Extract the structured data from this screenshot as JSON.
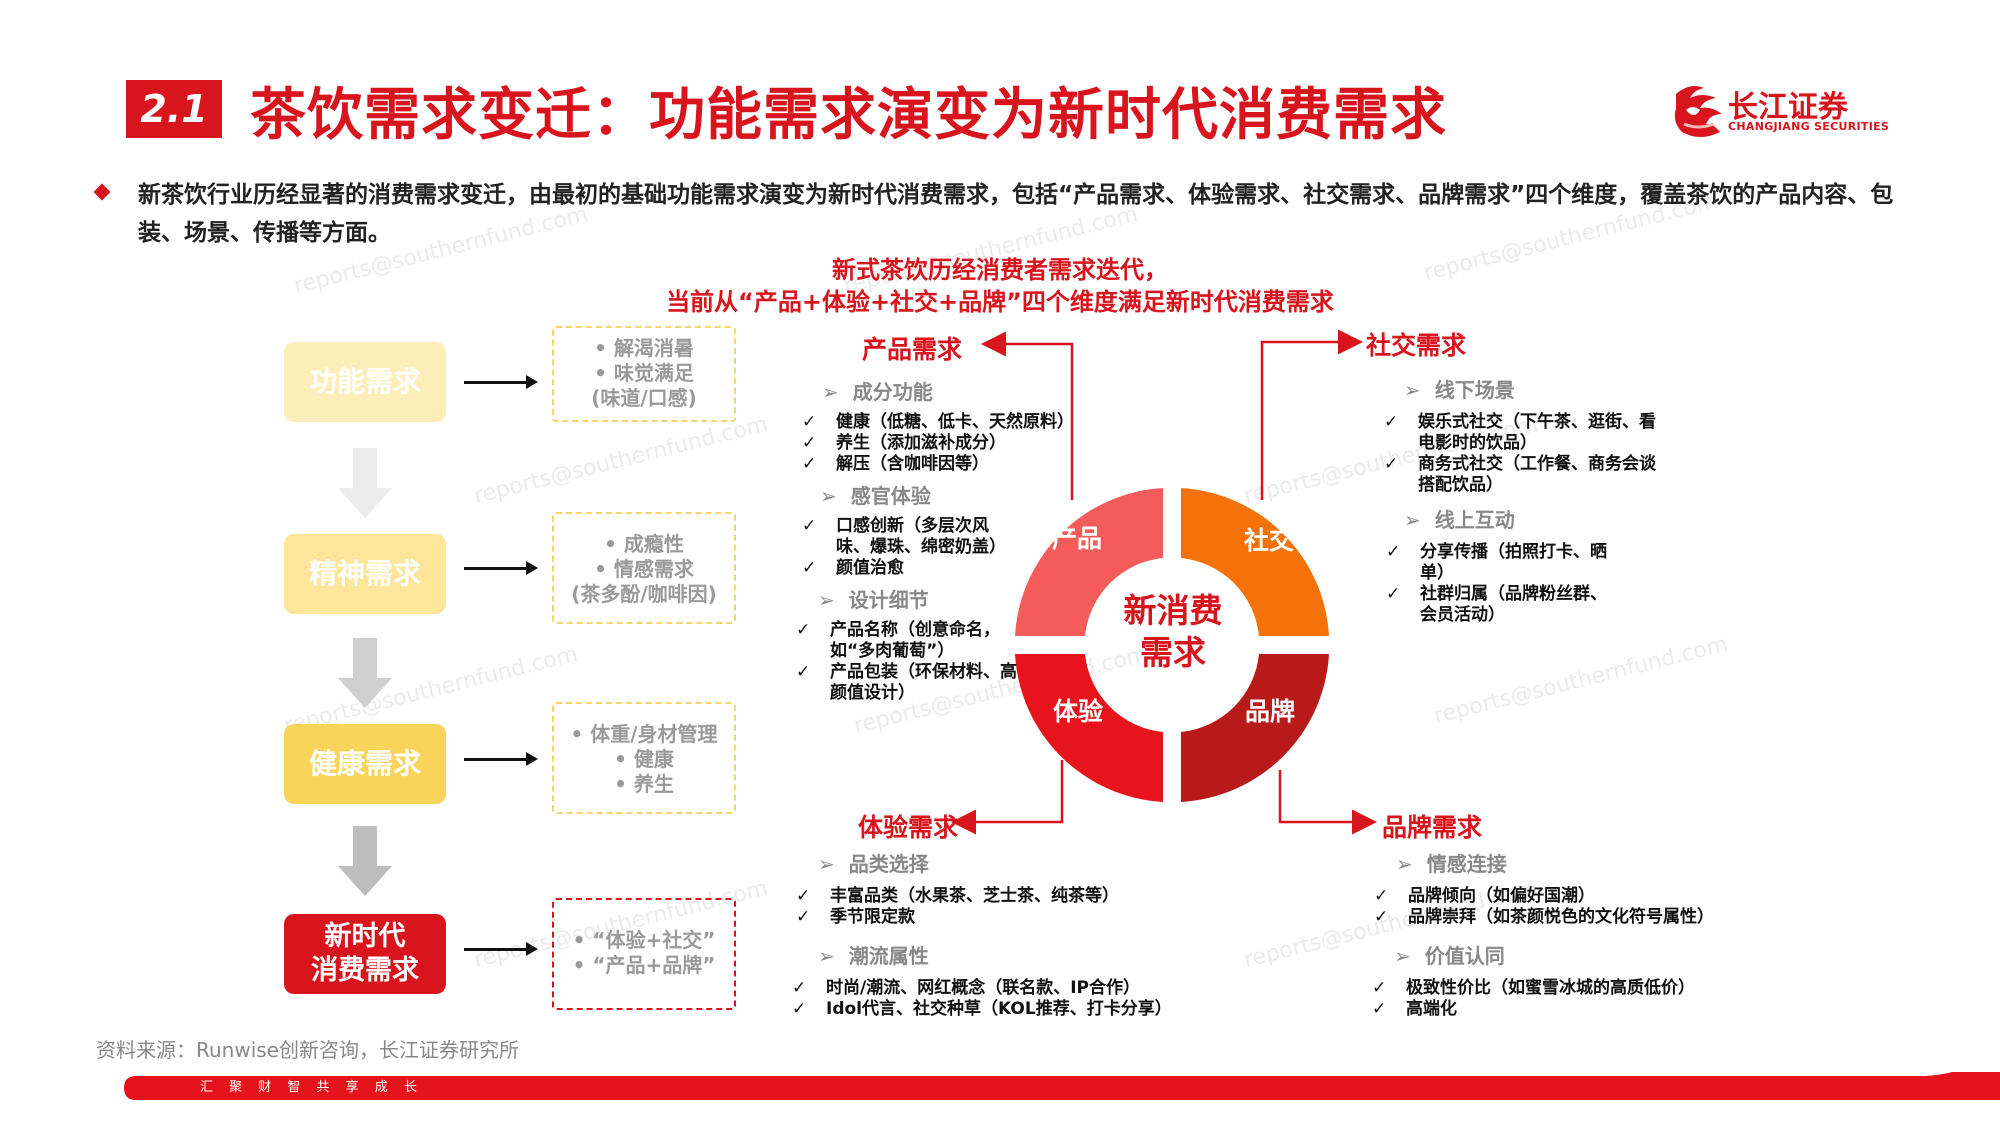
{
  "header": {
    "section_number": "2.1",
    "title": "茶饮需求变迁：功能需求演变为新时代消费需求",
    "logo_cn": "长江证券",
    "logo_en": "CHANGJIANG SECURITIES"
  },
  "intro": "新茶饮行业历经显著的消费需求变迁，由最初的基础功能需求演变为新时代消费需求，包括“产品需求、体验需求、社交需求、品牌需求”四个维度，覆盖茶饮的产品内容、包装、场景、传播等方面。",
  "center_title": {
    "line1": "新式茶饮历经消费者需求迭代，",
    "line2": "当前从“产品+体验+社交+品牌”四个维度满足新时代消费需求"
  },
  "stages": [
    {
      "label": "功能需求",
      "details": [
        "• 解渴消暑",
        "• 味觉满足",
        "(味道/口感)"
      ]
    },
    {
      "label": "精神需求",
      "details": [
        "• 成瘾性",
        "• 情感需求",
        "(茶多酚/咖啡因)"
      ]
    },
    {
      "label": "健康需求",
      "details": [
        "• 体重/身材管理",
        "• 健康",
        "• 养生"
      ]
    },
    {
      "label_line1": "新时代",
      "label_line2": "消费需求",
      "details": [
        "• “体验+社交”",
        "• “产品+品牌”"
      ]
    }
  ],
  "ring": {
    "center_line1": "新消费",
    "center_line2": "需求",
    "segments": [
      "产品",
      "社交",
      "体验",
      "品牌"
    ],
    "colors": {
      "product": "#f45b5b",
      "social": "#f5720a",
      "experience": "#e8141c",
      "brand": "#b81a1a"
    }
  },
  "product": {
    "title": "产品需求",
    "groups": [
      {
        "name": "成分功能",
        "items": [
          "健康（低糖、低卡、天然原料）",
          "养生（添加滋补成分）",
          "解压（含咖啡因等）"
        ]
      },
      {
        "name": "感官体验",
        "items": [
          "口感创新（多层次风味、爆珠、绵密奶盖）",
          "颜值治愈"
        ]
      },
      {
        "name": "设计细节",
        "items": [
          "产品名称（创意命名，如“多肉葡萄”）",
          "产品包装（环保材料、高颜值设计）"
        ]
      }
    ]
  },
  "social": {
    "title": "社交需求",
    "groups": [
      {
        "name": "线下场景",
        "items": [
          "娱乐式社交（下午茶、逛街、看电影时的饮品）",
          "商务式社交（工作餐、商务会谈搭配饮品）"
        ]
      },
      {
        "name": "线上互动",
        "items": [
          "分享传播（拍照打卡、晒单）",
          "社群归属（品牌粉丝群、会员活动）"
        ]
      }
    ]
  },
  "experience": {
    "title": "体验需求",
    "groups": [
      {
        "name": "品类选择",
        "items": [
          "丰富品类（水果茶、芝士茶、纯茶等）",
          "季节限定款"
        ]
      },
      {
        "name": "潮流属性",
        "items": [
          "时尚/潮流、网红概念（联名款、IP合作）",
          "Idol代言、社交种草（KOL推荐、打卡分享）"
        ]
      }
    ]
  },
  "brand": {
    "title": "品牌需求",
    "groups": [
      {
        "name": "情感连接",
        "items": [
          "品牌倾向（如偏好国潮）",
          "品牌崇拜（如茶颜悦色的文化符号属性）"
        ]
      },
      {
        "name": "价值认同",
        "items": [
          "极致性价比（如蜜雪冰城的高质低价）",
          "高端化"
        ]
      }
    ]
  },
  "source": "资料来源：Runwise创新咨询，长江证券研究所",
  "footer": {
    "motto": "汇 聚 财 智     共 享 成 长"
  },
  "watermark": "reports@southernfund.com",
  "icons": {
    "check": "✓",
    "chevron": "➢"
  }
}
